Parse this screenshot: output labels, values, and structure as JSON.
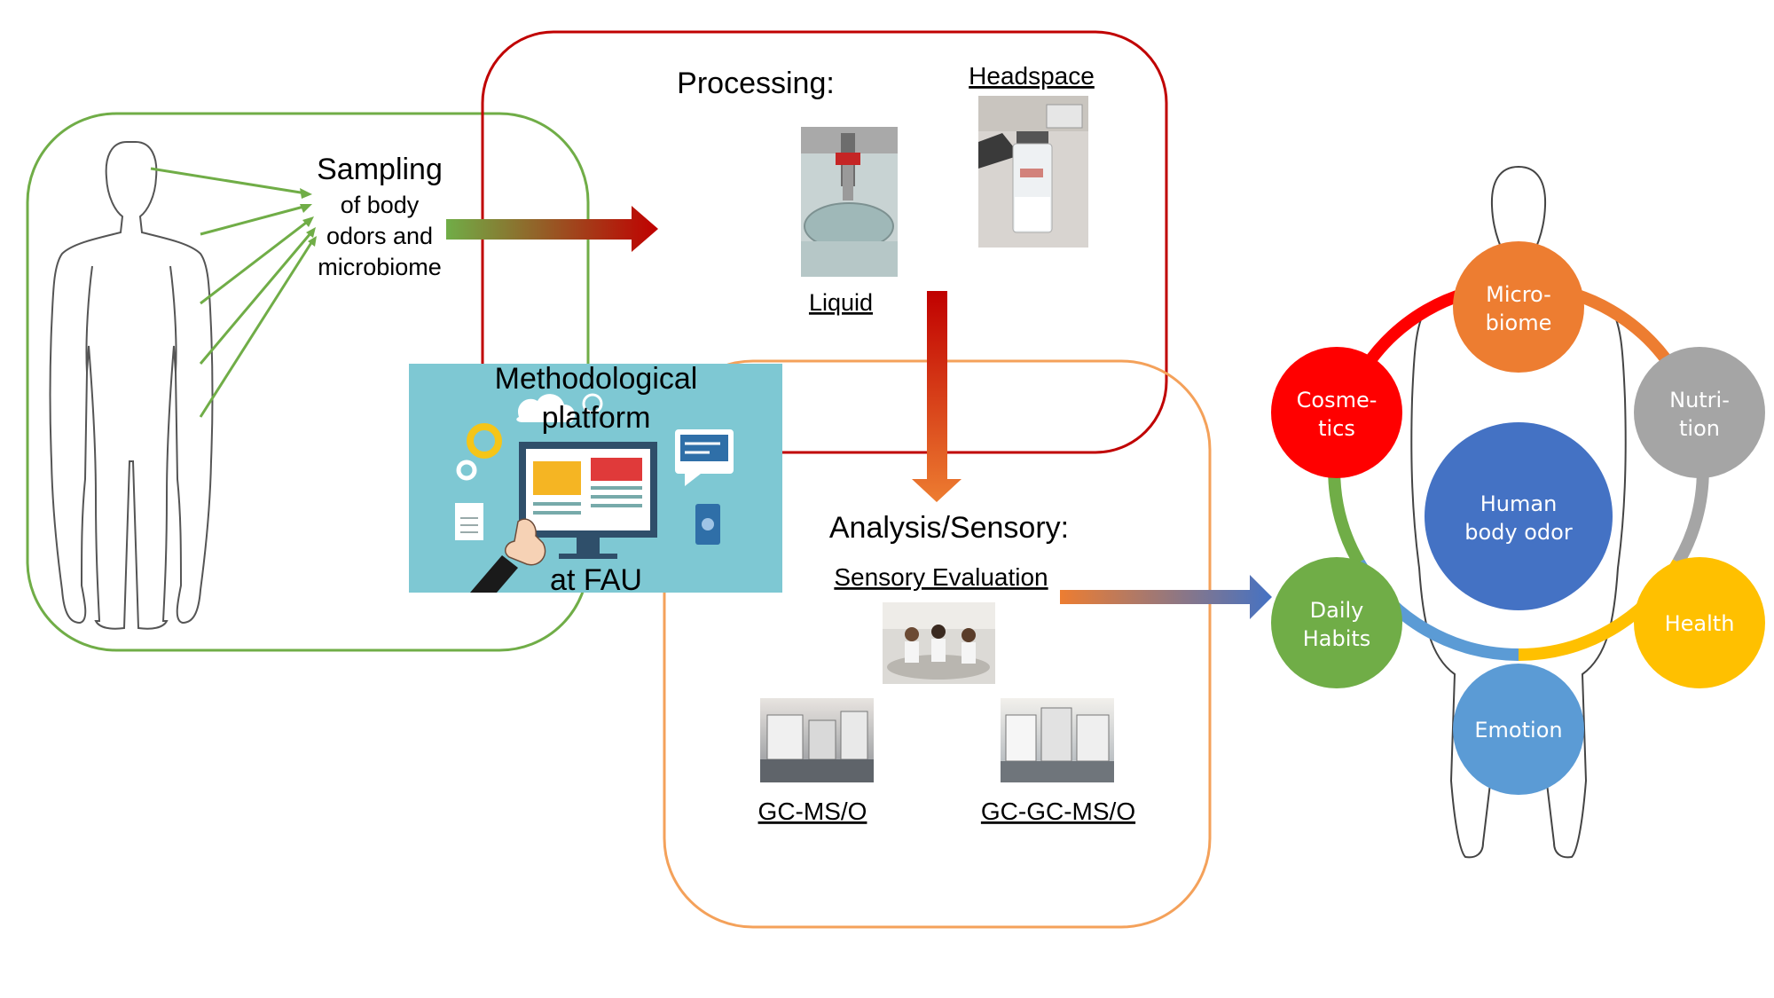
{
  "sampling": {
    "title": "Sampling",
    "line1": "of body",
    "line2": "odors and",
    "line3": "microbiome"
  },
  "processing": {
    "title": "Processing:",
    "headspace": "Headspace",
    "liquid": "Liquid"
  },
  "platform": {
    "line1": "Methodological",
    "line2": "platform",
    "line3": "at FAU"
  },
  "analysis": {
    "title": "Analysis/Sensory:",
    "sensory": "Sensory Evaluation",
    "gcmso": "GC-MS/O",
    "gcgcmso": "GC-GC-MS/O"
  },
  "factors": {
    "microbiome": [
      "Micro-",
      "biome"
    ],
    "nutrition": [
      "Nutri-",
      "tion"
    ],
    "health": "Health",
    "emotion": "Emotion",
    "daily_habits": [
      "Daily",
      "Habits"
    ],
    "cosmetics": [
      "Cosme-",
      "tics"
    ],
    "center": [
      "Human",
      "body odor"
    ]
  },
  "colors": {
    "sampling_box": "#70ad47",
    "processing_box": "#c00000",
    "analysis_box": "#f4a15a",
    "microbiome": "#ed7d31",
    "nutrition": "#a5a5a5",
    "health": "#ffc000",
    "emotion": "#5b9bd5",
    "daily_habits": "#70ad47",
    "cosmetics": "#ff0000",
    "center": "#4472c4",
    "platform_bg": "#7ec8d3"
  }
}
